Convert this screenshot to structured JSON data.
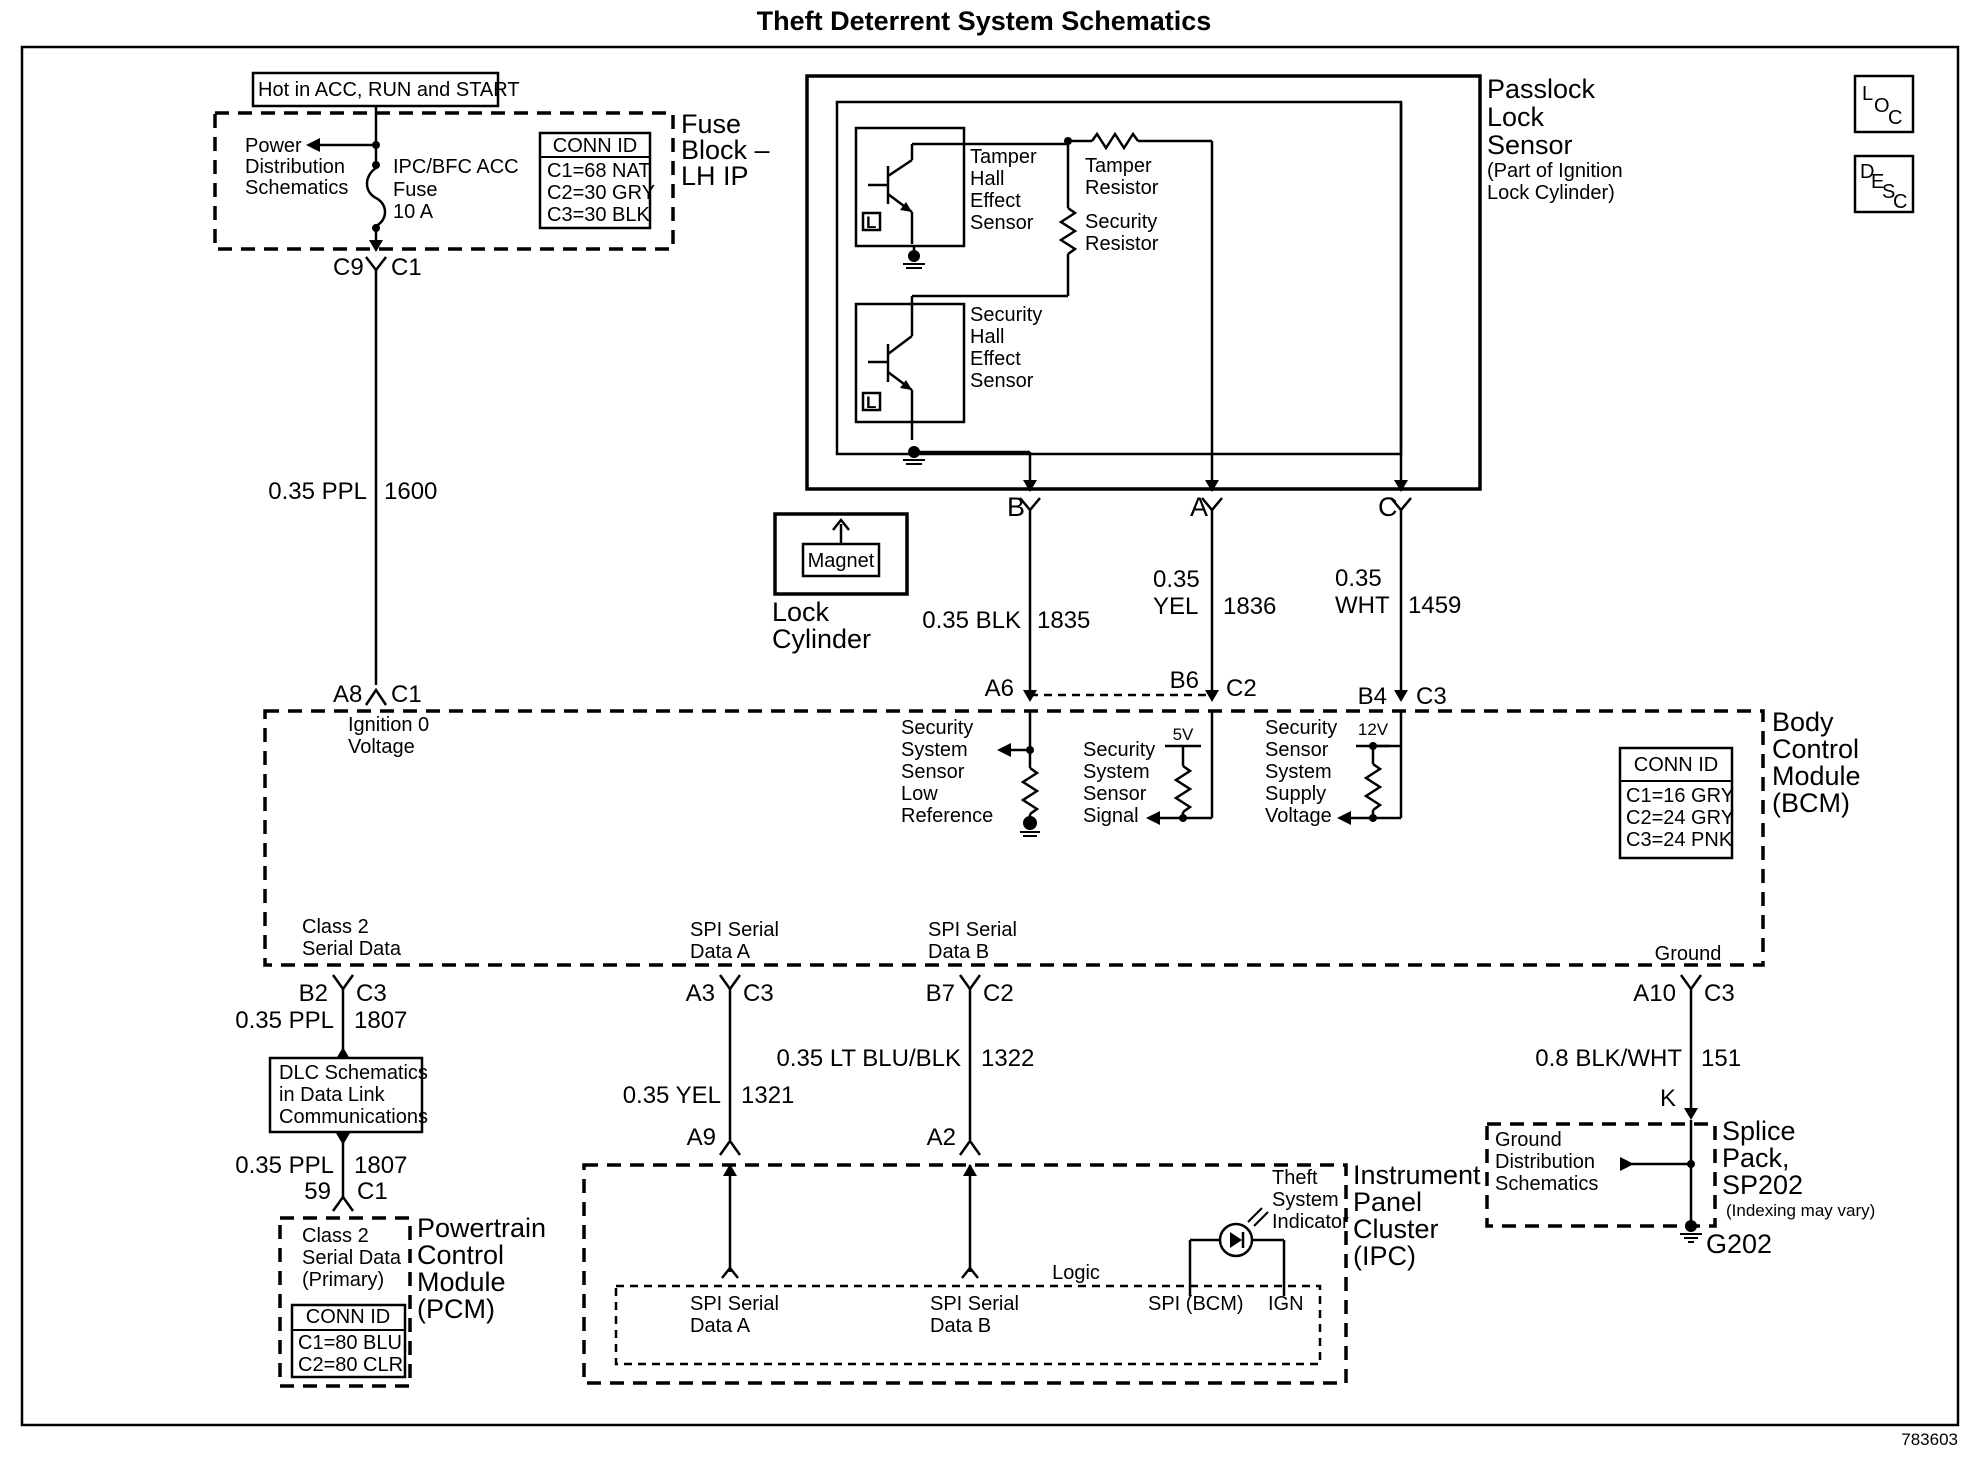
{
  "title": "Theft Deterrent System Schematics",
  "figure_id": "783603",
  "icons": {
    "loc": [
      "L",
      "O",
      "C"
    ],
    "desc": [
      "D",
      "E",
      "S",
      "C"
    ]
  },
  "fuse_block": {
    "hot_label": "Hot in ACC, RUN and START",
    "name": [
      "Fuse",
      "Block –",
      "LH IP"
    ],
    "power_dist": [
      "Power",
      "Distribution",
      "Schematics"
    ],
    "fuse": [
      "IPC/BFC ACC",
      "Fuse",
      "10 A"
    ],
    "conn_title": "CONN ID",
    "conn": [
      "C1=68 NAT",
      "C2=30 GRY",
      "C3=30 BLK"
    ],
    "out_left": "C9",
    "out_right": "C1"
  },
  "wires": {
    "w1600": {
      "gauge": "0.35 PPL",
      "circuit": "1600"
    },
    "w1835": {
      "gauge": "0.35 BLK",
      "circuit": "1835"
    },
    "w1836": {
      "gauge": [
        "0.35",
        "YEL"
      ],
      "circuit": "1836"
    },
    "w1459": {
      "gauge": [
        "0.35",
        "WHT"
      ],
      "circuit": "1459"
    },
    "w1807a": {
      "gauge": "0.35 PPL",
      "circuit": "1807"
    },
    "w1807b": {
      "gauge": "0.35 PPL",
      "circuit": "1807"
    },
    "w1321": {
      "gauge": "0.35 YEL",
      "circuit": "1321"
    },
    "w1322": {
      "gauge": "0.35 LT BLU/BLK",
      "circuit": "1322"
    },
    "w151": {
      "gauge": "0.8 BLK/WHT",
      "circuit": "151"
    }
  },
  "passlock": {
    "name": [
      "Passlock",
      "Lock",
      "Sensor"
    ],
    "sub": [
      "(Part of Ignition",
      "Lock Cylinder)"
    ],
    "tamper_sensor": [
      "Tamper",
      "Hall",
      "Effect",
      "Sensor"
    ],
    "security_sensor": [
      "Security",
      "Hall",
      "Effect",
      "Sensor"
    ],
    "tamper_resistor": [
      "Tamper",
      "Resistor"
    ],
    "security_resistor": [
      "Security",
      "Resistor"
    ],
    "l_tag": "L",
    "pins": [
      "B",
      "A",
      "C"
    ]
  },
  "lock_cylinder": {
    "magnet": "Magnet",
    "name": [
      "Lock",
      "Cylinder"
    ]
  },
  "bcm": {
    "name": [
      "Body",
      "Control",
      "Module",
      "(BCM)"
    ],
    "conn_title": "CONN ID",
    "conn": [
      "C1=16 GRY",
      "C2=24 GRY",
      "C3=24 PNK"
    ],
    "ign": [
      "Ignition 0",
      "Voltage"
    ],
    "low_ref": [
      "Security",
      "System",
      "Sensor",
      "Low",
      "Reference"
    ],
    "signal": [
      "Security",
      "System",
      "Sensor",
      "Signal"
    ],
    "supply": [
      "Security",
      "Sensor",
      "System",
      "Supply",
      "Voltage"
    ],
    "v5": "5V",
    "v12": "12V",
    "class2": [
      "Class 2",
      "Serial Data"
    ],
    "spi_a": [
      "SPI Serial",
      "Data A"
    ],
    "spi_b": [
      "SPI Serial",
      "Data B"
    ],
    "ground": "Ground"
  },
  "connectors": {
    "a8": "A8",
    "a8c": "C1",
    "a6": "A6",
    "b6": "B6",
    "b6c": "C2",
    "b4": "B4",
    "b4c": "C3",
    "b2": "B2",
    "b2c": "C3",
    "a3": "A3",
    "a3c": "C3",
    "b7": "B7",
    "b7c": "C2",
    "a10": "A10",
    "a10c": "C3",
    "a9": "A9",
    "a2": "A2",
    "p59": "59",
    "p59c": "C1",
    "k": "K"
  },
  "dlc": [
    "DLC Schematics",
    "in Data Link",
    "Communications"
  ],
  "pcm": {
    "name": [
      "Powertrain",
      "Control",
      "Module",
      "(PCM)"
    ],
    "class2": [
      "Class 2",
      "Serial Data",
      "(Primary)"
    ],
    "conn_title": "CONN ID",
    "conn": [
      "C1=80 BLU",
      "C2=80 CLR"
    ]
  },
  "ipc": {
    "name": [
      "Instrument",
      "Panel",
      "Cluster",
      "(IPC)"
    ],
    "indicator": [
      "Theft",
      "System",
      "Indicator"
    ],
    "logic": "Logic",
    "spi_a": [
      "SPI Serial",
      "Data A"
    ],
    "spi_b": [
      "SPI Serial",
      "Data B"
    ],
    "spi_bcm": "SPI (BCM)",
    "ign": "IGN"
  },
  "splice": {
    "name": [
      "Splice",
      "Pack,",
      "SP202"
    ],
    "note": "(Indexing may vary)",
    "ground_dist": [
      "Ground",
      "Distribution",
      "Schematics"
    ],
    "g202": "G202"
  }
}
